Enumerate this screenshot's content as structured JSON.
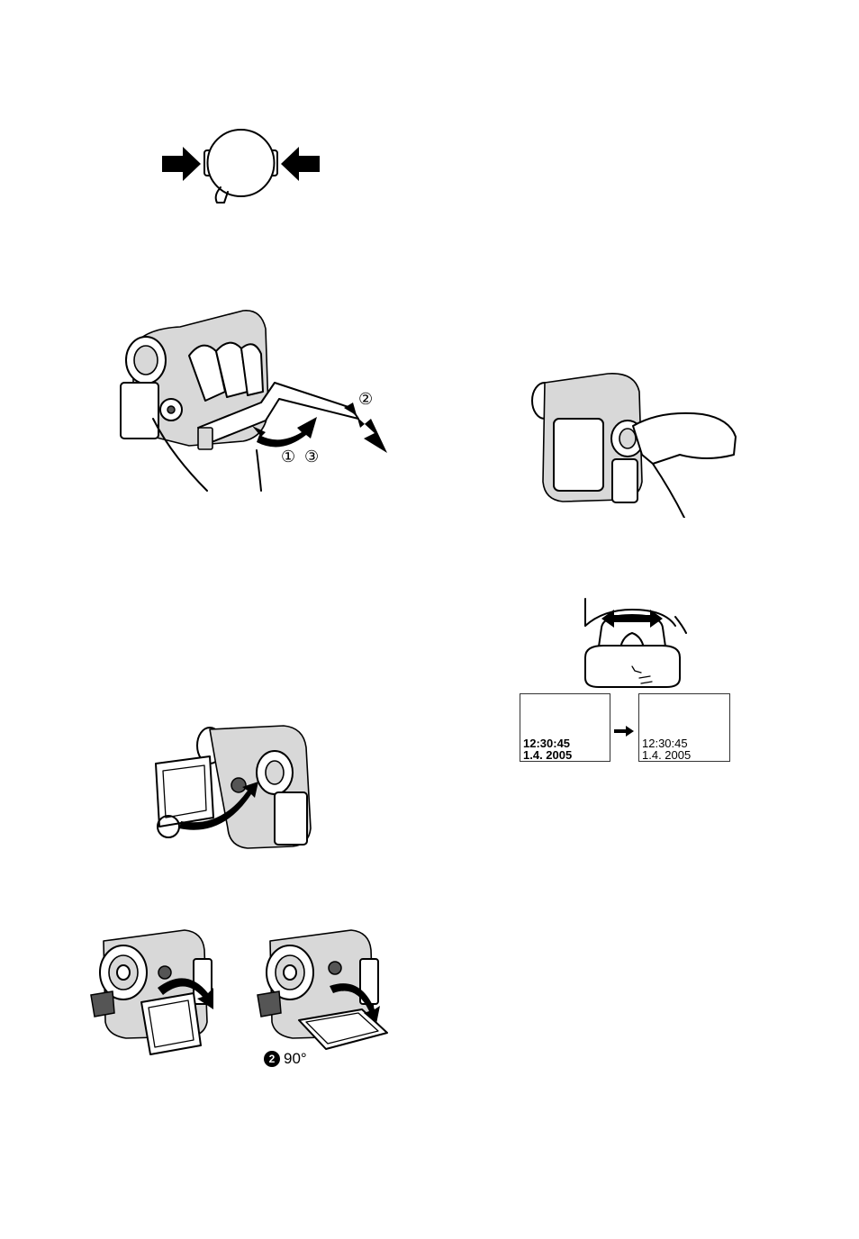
{
  "strap_steps": {
    "step_1": "①",
    "step_2": "②",
    "step_3": "③"
  },
  "display_before": {
    "time": "12:30:45",
    "date": "1.4. 2005"
  },
  "display_after": {
    "time": "12:30:45",
    "date": "1.4. 2005"
  },
  "lcd_rotation": {
    "step_badge": "2",
    "angle": "90°"
  }
}
